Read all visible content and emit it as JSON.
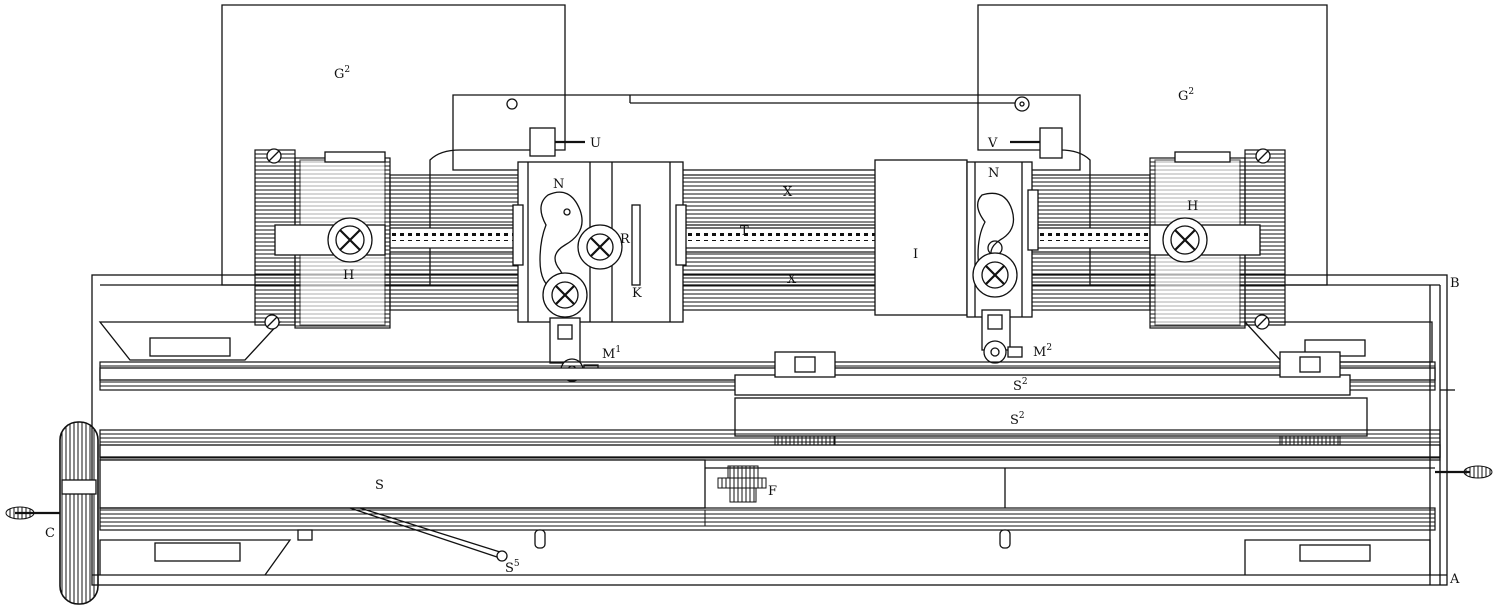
{
  "figure": {
    "subject": "Mechanical drawing of a machine with gear rollers, carriages and bed (front elevation)",
    "colors": {
      "ink": "#111111",
      "paper": "#ffffff"
    }
  },
  "labels": {
    "g2_left": "G",
    "g2_left_sup": "2",
    "g2_right": "G",
    "g2_right_sup": "2",
    "u": "U",
    "v": "V",
    "n_left": "N",
    "n_right": "N",
    "x_top": "X",
    "x_bottom": "X",
    "t": "T",
    "r": "R",
    "k": "K",
    "i": "I",
    "h_left": "H",
    "h_right": "H",
    "m1": "M",
    "m1_sup": "1",
    "m2": "M",
    "m2_sup": "2",
    "s2_top": "S",
    "s2_top_sup": "2",
    "s2_bottom": "S",
    "s2_bottom_sup": "2",
    "s": "S",
    "s5": "S",
    "s5_sup": "5",
    "f": "F",
    "c": "C",
    "a": "A",
    "b": "B"
  }
}
